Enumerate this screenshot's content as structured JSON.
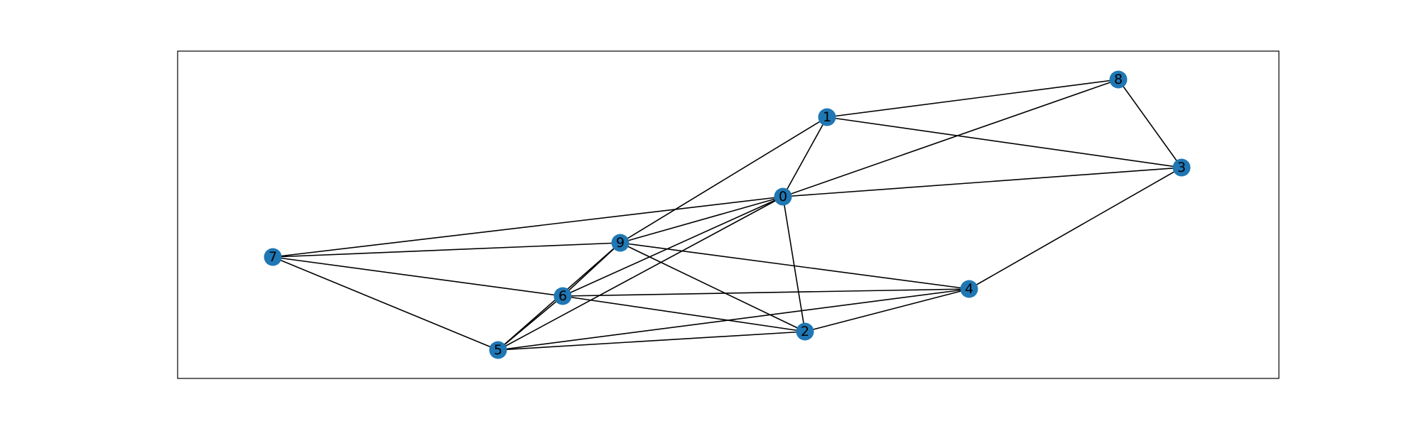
{
  "graph": {
    "node_color": "#1f77b4",
    "edge_color": "#000000",
    "nodes": [
      {
        "id": "0",
        "label": "0"
      },
      {
        "id": "1",
        "label": "1"
      },
      {
        "id": "2",
        "label": "2"
      },
      {
        "id": "3",
        "label": "3"
      },
      {
        "id": "4",
        "label": "4"
      },
      {
        "id": "5",
        "label": "5"
      },
      {
        "id": "6",
        "label": "6"
      },
      {
        "id": "7",
        "label": "7"
      },
      {
        "id": "8",
        "label": "8"
      },
      {
        "id": "9",
        "label": "9"
      }
    ],
    "edges": [
      [
        "1",
        "8"
      ],
      [
        "1",
        "3"
      ],
      [
        "1",
        "0"
      ],
      [
        "1",
        "9"
      ],
      [
        "8",
        "0"
      ],
      [
        "8",
        "3"
      ],
      [
        "0",
        "3"
      ],
      [
        "0",
        "7"
      ],
      [
        "0",
        "9"
      ],
      [
        "0",
        "6"
      ],
      [
        "0",
        "5"
      ],
      [
        "0",
        "2"
      ],
      [
        "3",
        "4"
      ],
      [
        "7",
        "9"
      ],
      [
        "7",
        "6"
      ],
      [
        "7",
        "5"
      ],
      [
        "9",
        "4"
      ],
      [
        "9",
        "2"
      ],
      [
        "9",
        "6"
      ],
      [
        "9",
        "5"
      ],
      [
        "6",
        "4"
      ],
      [
        "6",
        "2"
      ],
      [
        "6",
        "5"
      ],
      [
        "5",
        "4"
      ],
      [
        "5",
        "2"
      ],
      [
        "2",
        "4"
      ]
    ]
  }
}
